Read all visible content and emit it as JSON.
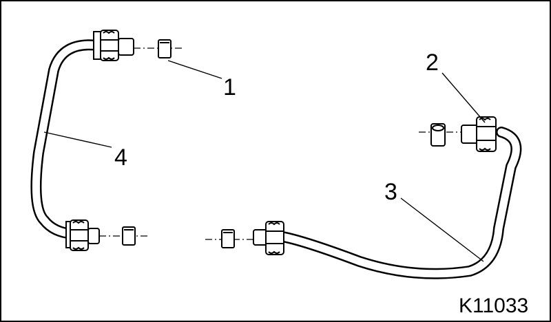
{
  "figure": {
    "callouts": {
      "c1": "1",
      "c2": "2",
      "c3": "3",
      "c4": "4"
    },
    "code": "K11033"
  }
}
